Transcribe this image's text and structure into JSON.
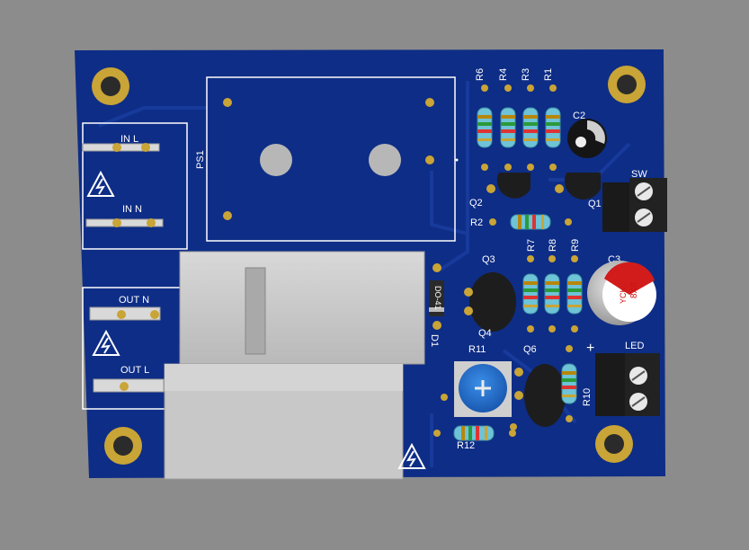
{
  "board": {
    "colors": {
      "background": "#8c8c8c",
      "pcb": "#0e2d86",
      "silk": "#ffffff",
      "pad": "#c9a436",
      "relay": "#cfcfcf"
    },
    "labels": {
      "ps1": "PS1",
      "in_l": "IN  L",
      "in_n": "IN  N",
      "out_n": "OUT  N",
      "out_l": "OUT  L",
      "sw": "SW",
      "led": "LED",
      "r1": "R1",
      "r2": "R2",
      "r3": "R3",
      "r4": "R4",
      "r6": "R6",
      "r7": "R7",
      "r8": "R8",
      "r9": "R9",
      "r10": "R10",
      "r11": "R11",
      "r12": "R12",
      "c2": "C2",
      "c3": "C3",
      "q1": "Q1",
      "q2": "Q2",
      "q3": "Q3",
      "q4": "Q4",
      "q6": "Q6",
      "d1": "D1",
      "do41": "DO-41",
      "plus": "+",
      "cap_text1": "8X8",
      "cap_text2": "YCK"
    },
    "icons": [
      "high-voltage-icon",
      "high-voltage-icon",
      "high-voltage-icon"
    ]
  }
}
